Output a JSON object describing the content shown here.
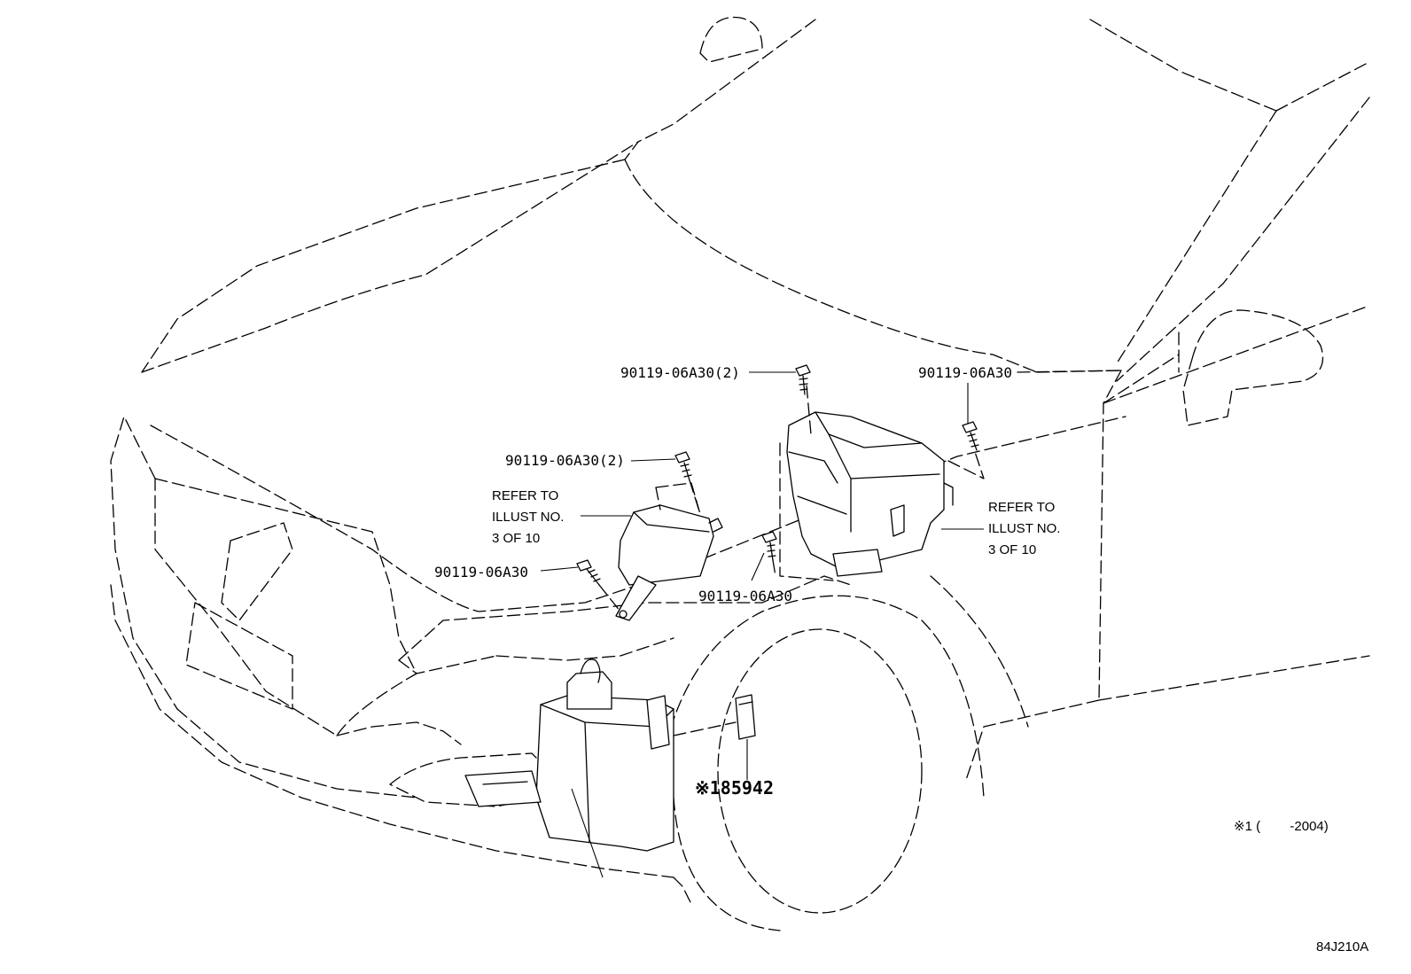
{
  "callouts": {
    "bolt_top_center": "90119-06A30(2)",
    "bolt_top_right": "90119-06A30",
    "bolt_upper_left": "90119-06A30(2)",
    "bolt_left": "90119-06A30",
    "bolt_center": "90119-06A30",
    "sensor_part": "※185942"
  },
  "refer_left": [
    "REFER TO",
    "ILLUST NO.",
    "3 OF 10"
  ],
  "refer_right": [
    "REFER TO",
    "ILLUST NO.",
    "3 OF 10"
  ],
  "footnote": "※1 (        -2004)",
  "illustration_code": "84J210A"
}
